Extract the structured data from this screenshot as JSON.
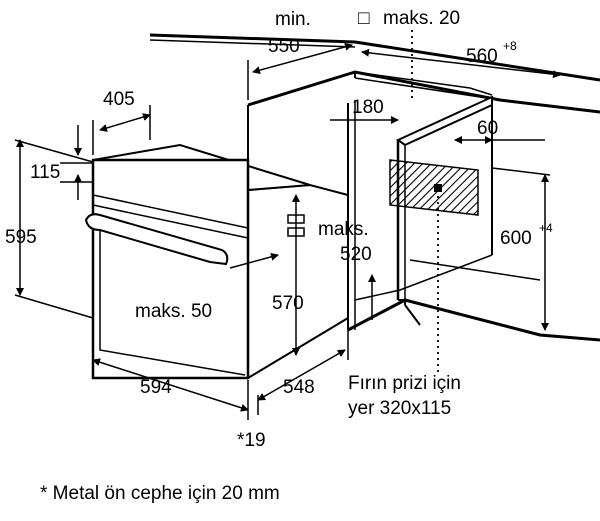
{
  "labels": {
    "min": "min.",
    "d550": "550",
    "maks20_box": "□",
    "maks20": "maks. 20",
    "d560": "560",
    "d560_sup": "+8",
    "d405": "405",
    "d180": "180",
    "d60": "60",
    "d115": "115",
    "d595": "595",
    "maks_a": "maks.",
    "d520": "520",
    "d600": "600",
    "d600_sup": "+4",
    "maks50": "maks. 50",
    "d570": "570",
    "d594": "594",
    "d548": "548",
    "star19": "*19",
    "socket_line1": "Fırın prizi için",
    "socket_line2": "yer 320x115",
    "footnote": "* Metal ön cephe için 20 mm"
  }
}
